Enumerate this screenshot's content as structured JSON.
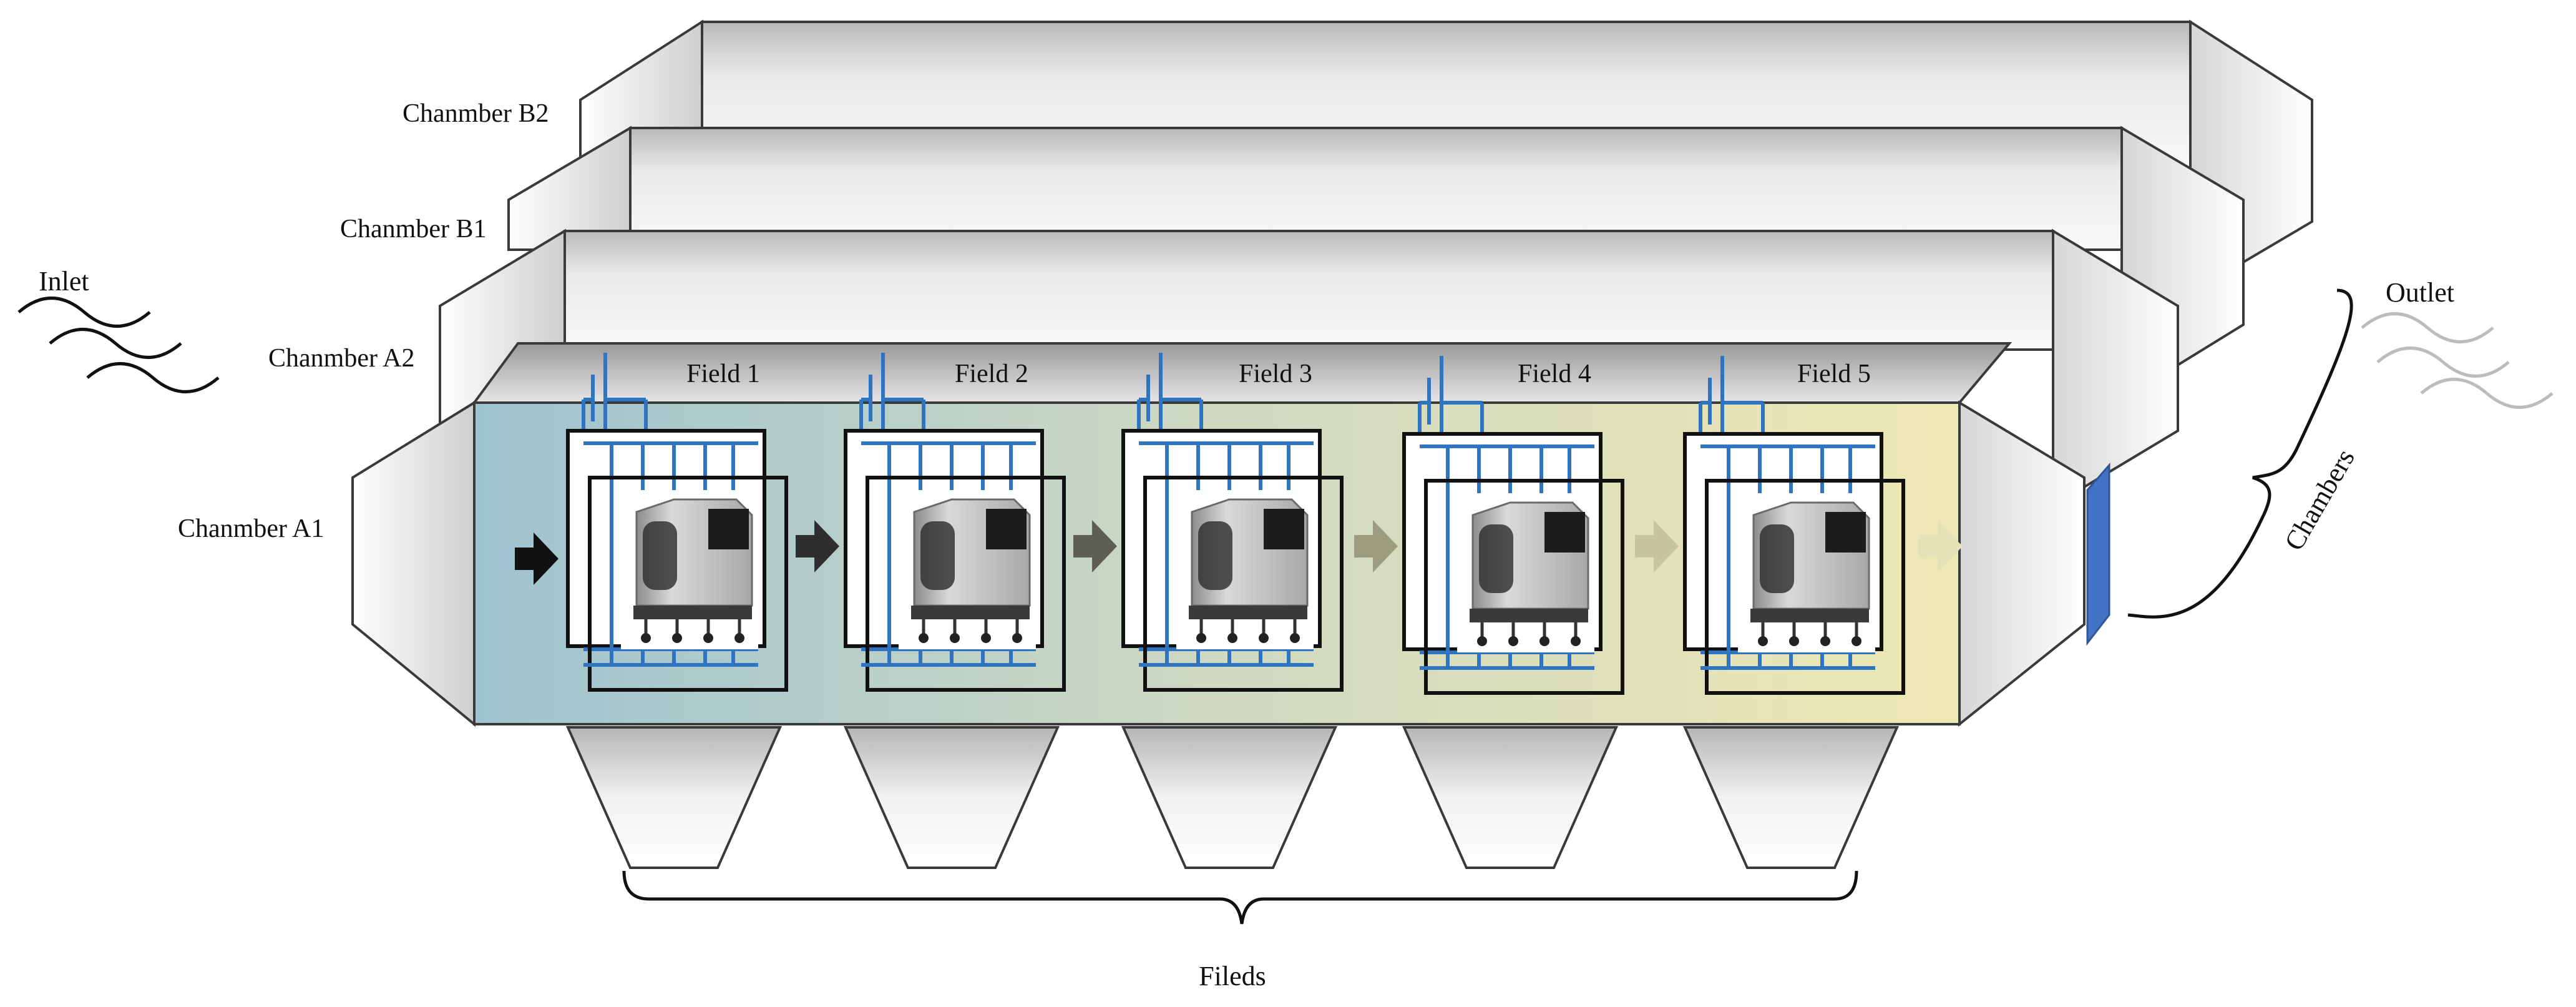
{
  "chambers": [
    {
      "id": "B2",
      "label": "Chanmber B2"
    },
    {
      "id": "B1",
      "label": "Chanmber B1"
    },
    {
      "id": "A2",
      "label": "Chanmber A2"
    },
    {
      "id": "A1",
      "label": "Chanmber A1"
    }
  ],
  "fields": [
    {
      "label": "Field 1"
    },
    {
      "label": "Field 2"
    },
    {
      "label": "Field 3"
    },
    {
      "label": "Field 4"
    },
    {
      "label": "Field 5"
    }
  ],
  "inlet_label": "Inlet",
  "outlet_label": "Outlet",
  "chambers_brace_label": "Chambers",
  "fields_brace_label": "Fileds",
  "colors": {
    "electrode_blue": "#2f74c0",
    "outlet_plate": "#4472c4",
    "frame_black": "#111111",
    "panel_gradient_start": "#9fc3d0",
    "panel_gradient_end": "#eee8b4"
  },
  "icons": [
    "flow-arrow-icon",
    "power-supply-icon",
    "electrostatic-unit-icon",
    "hopper-icon",
    "gas-wave-icon"
  ]
}
